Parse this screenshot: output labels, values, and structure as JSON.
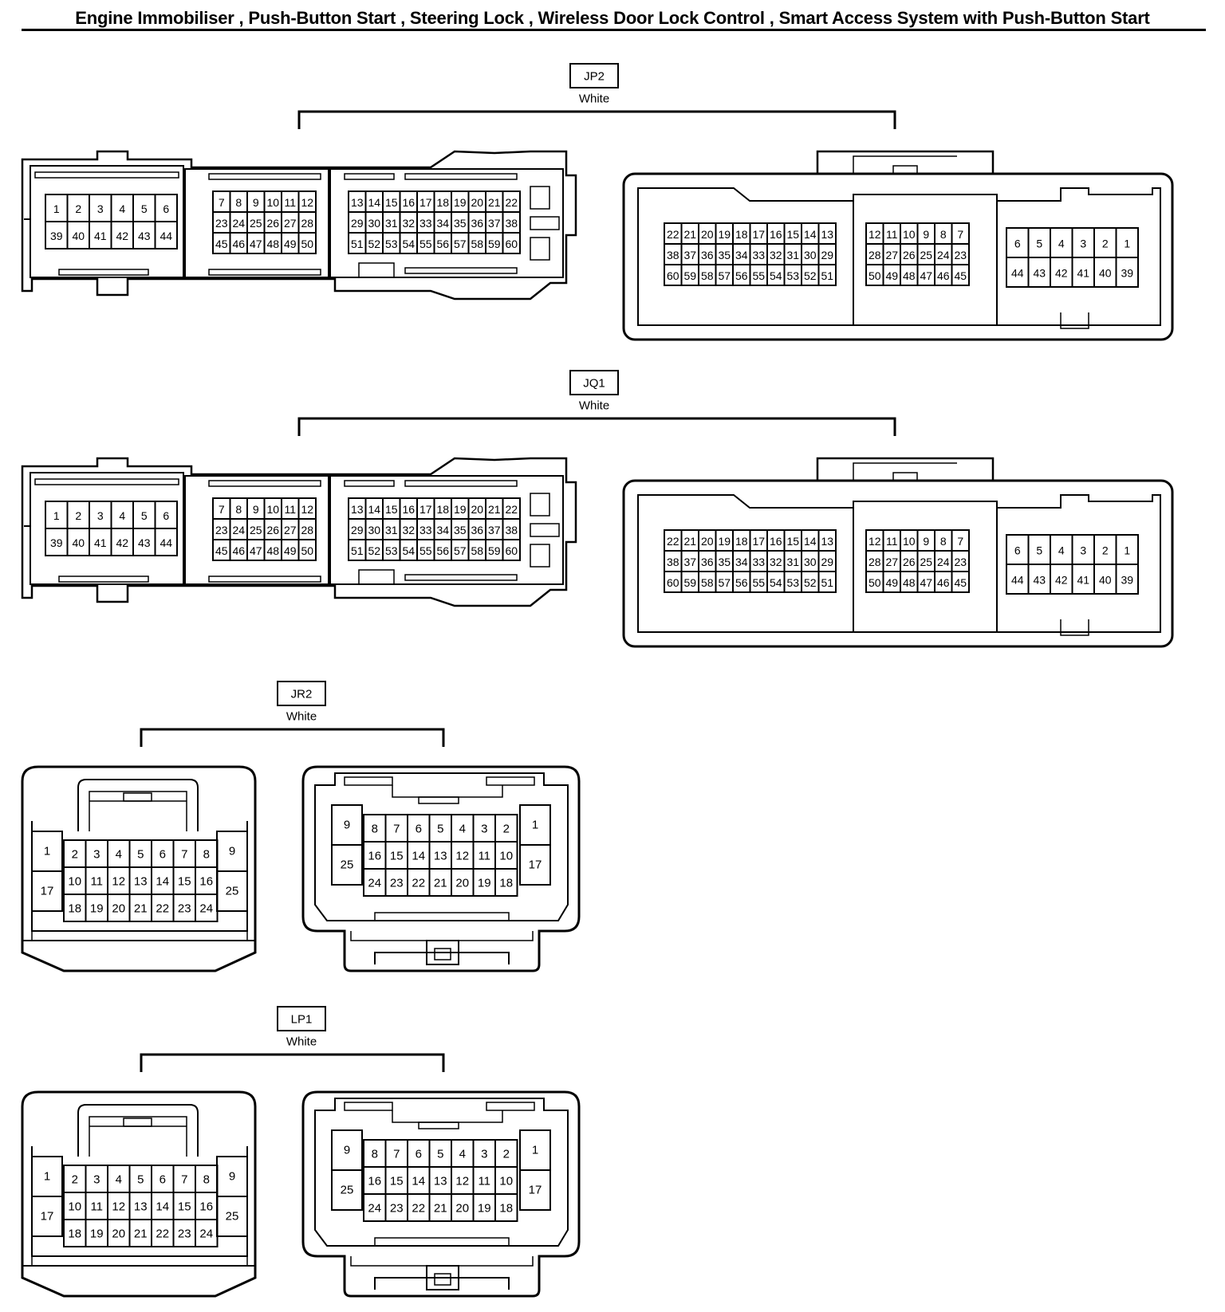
{
  "document": {
    "title": "Engine Immobiliser , Push-Button Start , Steering Lock , Wireless Door Lock Control , Smart Access System with Push-Button Start"
  },
  "connectors": [
    {
      "id": "JP2",
      "color": "White",
      "type": "60-pin",
      "left_view": [
        [
          "1",
          "2",
          "3",
          "4",
          "5",
          "6"
        ],
        [
          "39",
          "40",
          "41",
          "42",
          "43",
          "44"
        ],
        [
          "7",
          "8",
          "9",
          "10",
          "11",
          "12"
        ],
        [
          "23",
          "24",
          "25",
          "26",
          "27",
          "28"
        ],
        [
          "45",
          "46",
          "47",
          "48",
          "49",
          "50"
        ],
        [
          "13",
          "14",
          "15",
          "16",
          "17",
          "18",
          "19",
          "20",
          "21",
          "22"
        ],
        [
          "29",
          "30",
          "31",
          "32",
          "33",
          "34",
          "35",
          "36",
          "37",
          "38"
        ],
        [
          "51",
          "52",
          "53",
          "54",
          "55",
          "56",
          "57",
          "58",
          "59",
          "60"
        ]
      ],
      "right_view": [
        [
          "22",
          "21",
          "20",
          "19",
          "18",
          "17",
          "16",
          "15",
          "14",
          "13"
        ],
        [
          "38",
          "37",
          "36",
          "35",
          "34",
          "33",
          "32",
          "31",
          "30",
          "29"
        ],
        [
          "60",
          "59",
          "58",
          "57",
          "56",
          "55",
          "54",
          "53",
          "52",
          "51"
        ],
        [
          "12",
          "11",
          "10",
          "9",
          "8",
          "7"
        ],
        [
          "28",
          "27",
          "26",
          "25",
          "24",
          "23"
        ],
        [
          "50",
          "49",
          "48",
          "47",
          "46",
          "45"
        ],
        [
          "6",
          "5",
          "4",
          "3",
          "2",
          "1"
        ],
        [
          "44",
          "43",
          "42",
          "41",
          "40",
          "39"
        ]
      ]
    },
    {
      "id": "JQ1",
      "color": "White",
      "type": "60-pin",
      "left_view": [
        [
          "1",
          "2",
          "3",
          "4",
          "5",
          "6"
        ],
        [
          "39",
          "40",
          "41",
          "42",
          "43",
          "44"
        ],
        [
          "7",
          "8",
          "9",
          "10",
          "11",
          "12"
        ],
        [
          "23",
          "24",
          "25",
          "26",
          "27",
          "28"
        ],
        [
          "45",
          "46",
          "47",
          "48",
          "49",
          "50"
        ],
        [
          "13",
          "14",
          "15",
          "16",
          "17",
          "18",
          "19",
          "20",
          "21",
          "22"
        ],
        [
          "29",
          "30",
          "31",
          "32",
          "33",
          "34",
          "35",
          "36",
          "37",
          "38"
        ],
        [
          "51",
          "52",
          "53",
          "54",
          "55",
          "56",
          "57",
          "58",
          "59",
          "60"
        ]
      ],
      "right_view": [
        [
          "22",
          "21",
          "20",
          "19",
          "18",
          "17",
          "16",
          "15",
          "14",
          "13"
        ],
        [
          "38",
          "37",
          "36",
          "35",
          "34",
          "33",
          "32",
          "31",
          "30",
          "29"
        ],
        [
          "60",
          "59",
          "58",
          "57",
          "56",
          "55",
          "54",
          "53",
          "52",
          "51"
        ],
        [
          "12",
          "11",
          "10",
          "9",
          "8",
          "7"
        ],
        [
          "28",
          "27",
          "26",
          "25",
          "24",
          "23"
        ],
        [
          "50",
          "49",
          "48",
          "47",
          "46",
          "45"
        ],
        [
          "6",
          "5",
          "4",
          "3",
          "2",
          "1"
        ],
        [
          "44",
          "43",
          "42",
          "41",
          "40",
          "39"
        ]
      ]
    },
    {
      "id": "JR2",
      "color": "White",
      "type": "25-pin",
      "left_view": {
        "side_left": [
          "1",
          "17"
        ],
        "rows": [
          [
            "2",
            "3",
            "4",
            "5",
            "6",
            "7",
            "8"
          ],
          [
            "10",
            "11",
            "12",
            "13",
            "14",
            "15",
            "16"
          ],
          [
            "18",
            "19",
            "20",
            "21",
            "22",
            "23",
            "24"
          ]
        ],
        "side_right": [
          "9",
          "25"
        ]
      },
      "right_view": {
        "side_left": [
          "9",
          "25"
        ],
        "rows": [
          [
            "8",
            "7",
            "6",
            "5",
            "4",
            "3",
            "2"
          ],
          [
            "16",
            "15",
            "14",
            "13",
            "12",
            "11",
            "10"
          ],
          [
            "24",
            "23",
            "22",
            "21",
            "20",
            "19",
            "18"
          ]
        ],
        "side_right": [
          "1",
          "17"
        ]
      }
    },
    {
      "id": "LP1",
      "color": "White",
      "type": "25-pin",
      "left_view": {
        "side_left": [
          "1",
          "17"
        ],
        "rows": [
          [
            "2",
            "3",
            "4",
            "5",
            "6",
            "7",
            "8"
          ],
          [
            "10",
            "11",
            "12",
            "13",
            "14",
            "15",
            "16"
          ],
          [
            "18",
            "19",
            "20",
            "21",
            "22",
            "23",
            "24"
          ]
        ],
        "side_right": [
          "9",
          "25"
        ]
      },
      "right_view": {
        "side_left": [
          "9",
          "25"
        ],
        "rows": [
          [
            "8",
            "7",
            "6",
            "5",
            "4",
            "3",
            "2"
          ],
          [
            "16",
            "15",
            "14",
            "13",
            "12",
            "11",
            "10"
          ],
          [
            "24",
            "23",
            "22",
            "21",
            "20",
            "19",
            "18"
          ]
        ],
        "side_right": [
          "1",
          "17"
        ]
      }
    }
  ]
}
